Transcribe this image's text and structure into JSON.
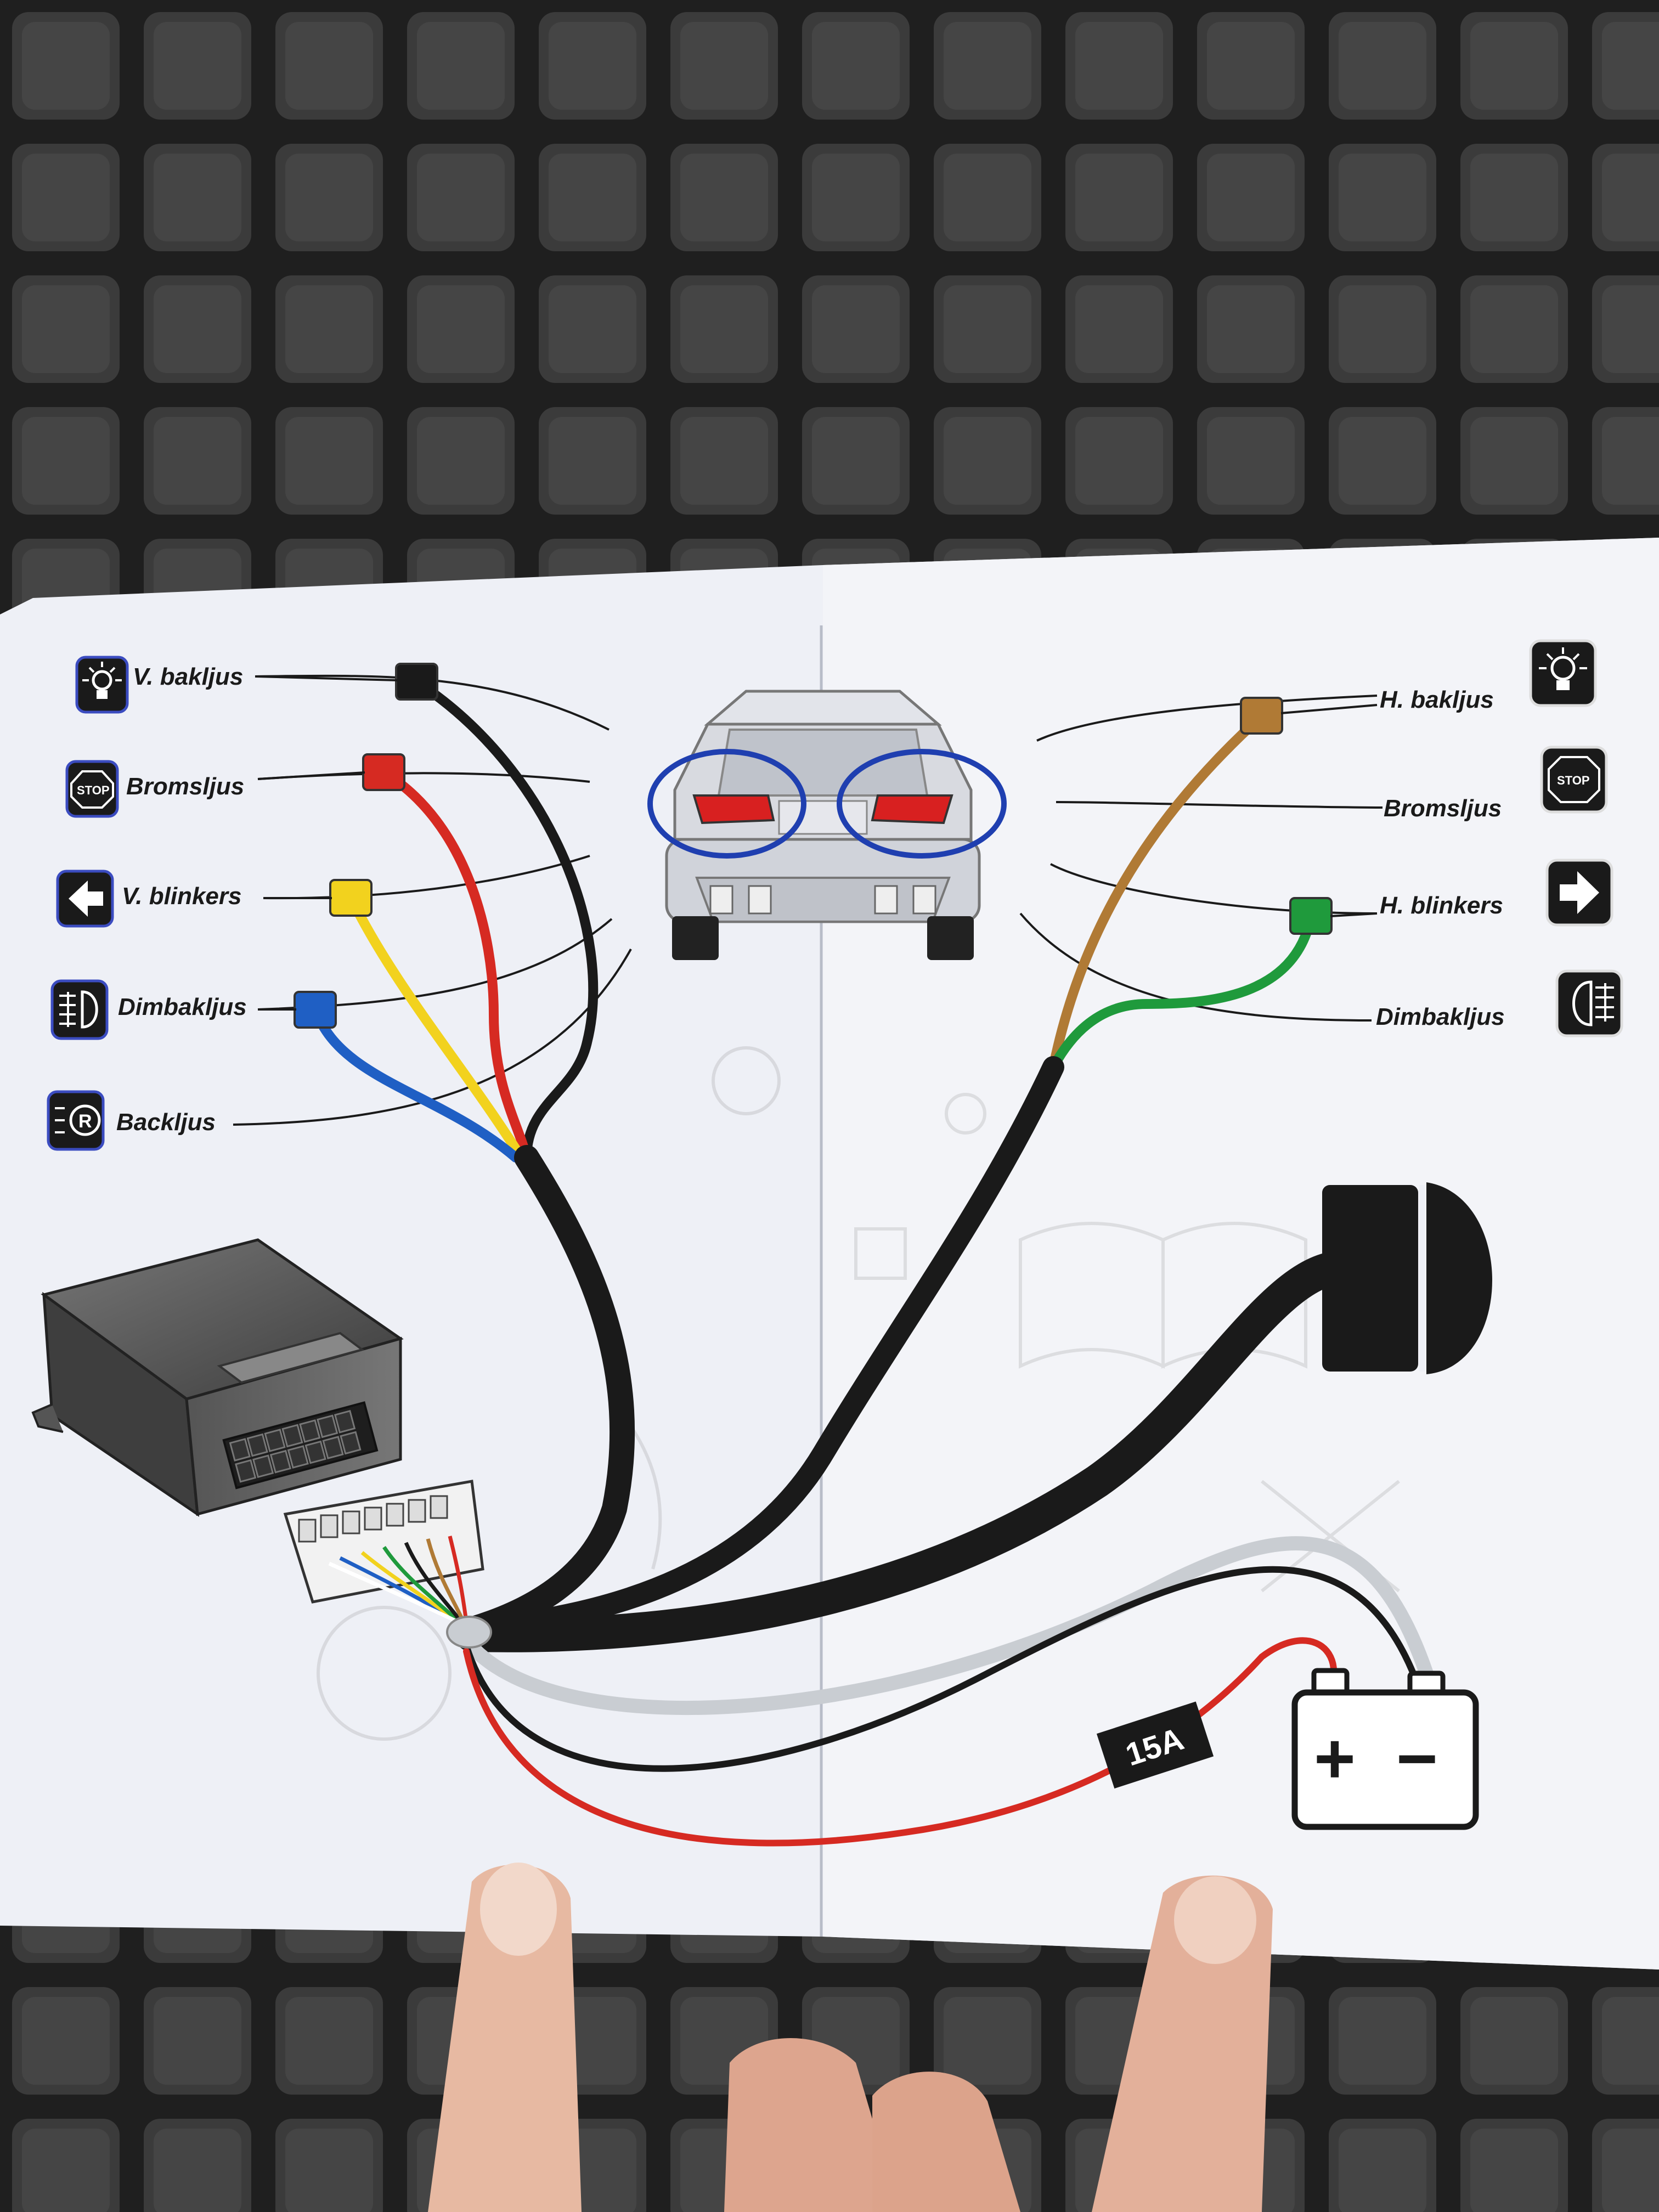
{
  "left_labels": {
    "v_bakljus": "V. bakljus",
    "bromsljus": "Bromsljus",
    "v_blinkers": "V. blinkers",
    "dimbakljus": "Dimbakljus",
    "backljus": "Backljus"
  },
  "right_labels": {
    "h_bakljus": "H. bakljus",
    "bromsljus": "Bromsljus",
    "h_blinkers": "H. blinkers",
    "dimbakljus": "Dimbakljus"
  },
  "icons": {
    "stop_text": "STOP"
  },
  "fuse": {
    "label": "15A"
  },
  "battery": {
    "plus": "+",
    "minus": "−"
  },
  "colors": {
    "black_wire": "#1a1a1a",
    "red_wire": "#d62a22",
    "yellow_wire": "#f2d21e",
    "blue_wire": "#1f5fc4",
    "brown_wire": "#b07a35",
    "green_wire": "#1f9a3c",
    "grey_wire": "#c9cdd2",
    "highlight_circle": "#1f3fb0"
  }
}
